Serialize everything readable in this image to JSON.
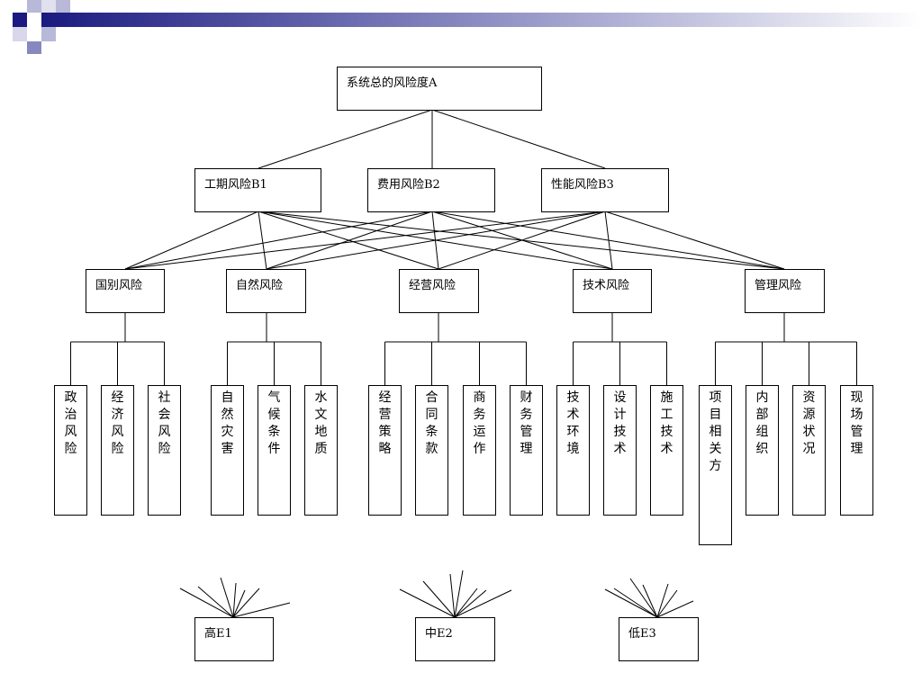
{
  "root": {
    "label": "系统总的风险度A"
  },
  "criteria": [
    {
      "label": "工期风险B1"
    },
    {
      "label": "费用风险B2"
    },
    {
      "label": "性能风险B3"
    }
  ],
  "categories": [
    {
      "label": "国别风险",
      "factors": [
        "政治风险",
        "经济风险",
        "社会风险"
      ]
    },
    {
      "label": "自然风险",
      "factors": [
        "自然灾害",
        "气候条件",
        "水文地质"
      ]
    },
    {
      "label": "经营风险",
      "factors": [
        "经营策略",
        "合同条款",
        "商务运作",
        "财务管理"
      ]
    },
    {
      "label": "技术风险",
      "factors": [
        "技术环境",
        "设计技术",
        "施工技术"
      ]
    },
    {
      "label": "管理风险",
      "factors": [
        "项目相关方",
        "内部组织",
        "资源状况",
        "现场管理"
      ]
    }
  ],
  "levels": [
    {
      "label": "高E1"
    },
    {
      "label": "中E2"
    },
    {
      "label": "低E3"
    }
  ],
  "colors": {
    "accent": "#1a1a80",
    "line": "#000000"
  }
}
